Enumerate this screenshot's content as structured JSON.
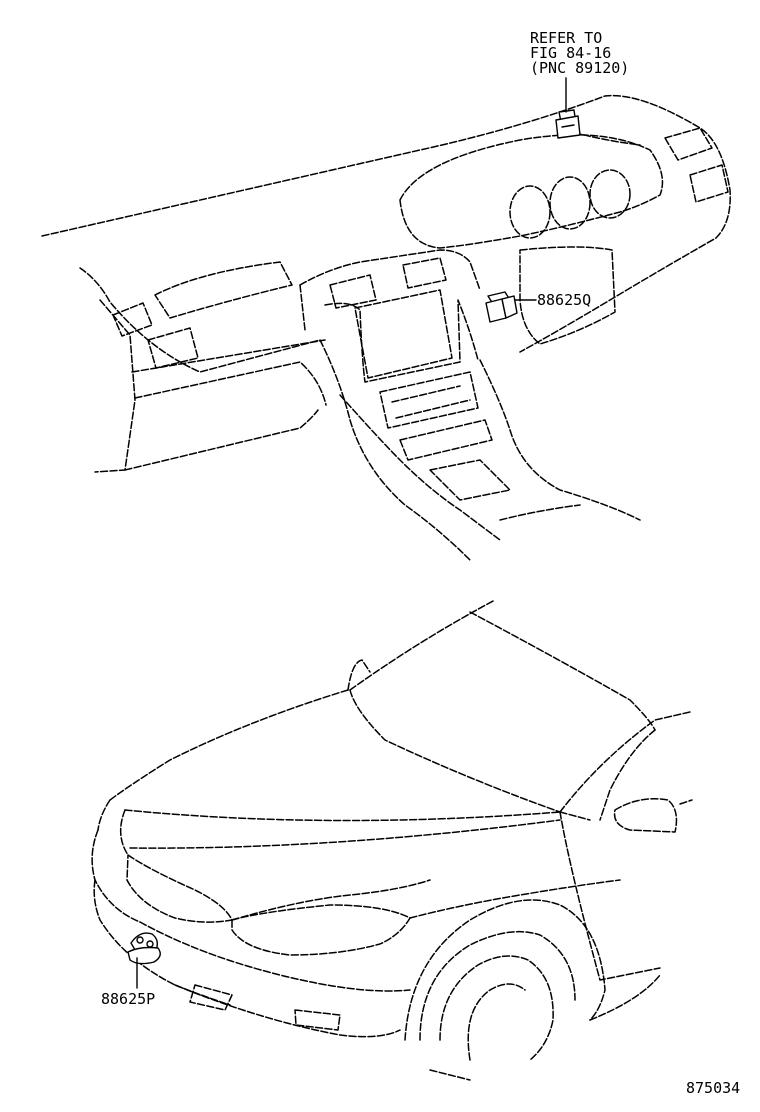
{
  "diagram": {
    "refer_note": {
      "line1": "REFER TO",
      "line2": "FIG 84-16",
      "line3": "(PNC 89120)"
    },
    "parts": [
      {
        "id": "part-88625q",
        "label": "88625Q"
      },
      {
        "id": "part-88625p",
        "label": "88625P"
      }
    ],
    "illustration_id": "875034"
  }
}
